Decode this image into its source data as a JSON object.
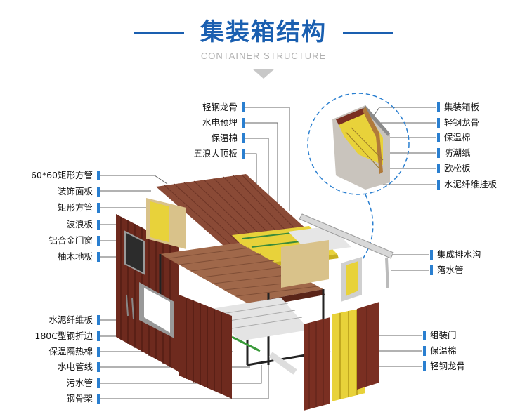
{
  "header": {
    "title": "集装箱结构",
    "subtitle": "CONTAINER STRUCTURE"
  },
  "labels_left_top": [
    "轻钢龙骨",
    "水电预埋",
    "保温棉",
    "五浪大顶板"
  ],
  "labels_left": [
    "60*60矩形方管",
    "装饰面板",
    "矩形方管",
    "波浪板",
    "铝合金门窗",
    "柚木地板"
  ],
  "labels_left_bottom": [
    "水泥纤维板",
    "180C型钢折边",
    "保温隔热棉",
    "水电管线",
    "污水管",
    "钢骨架"
  ],
  "labels_right_top": [
    "集装箱板",
    "轻钢龙骨",
    "保温棉",
    "防潮纸",
    "欧松板",
    "水泥纤维挂板"
  ],
  "labels_right_mid": [
    "集成排水沟",
    "落水管"
  ],
  "labels_right_bottom": [
    "组装门",
    "保温棉",
    "轻钢龙骨"
  ],
  "colors": {
    "accent": "#1a5fb0",
    "label_bar": "#2a7fd0",
    "container_rust": "#7a2f22",
    "floor_wood": "#a0684a",
    "insulation_yellow": "#e8d23a"
  }
}
